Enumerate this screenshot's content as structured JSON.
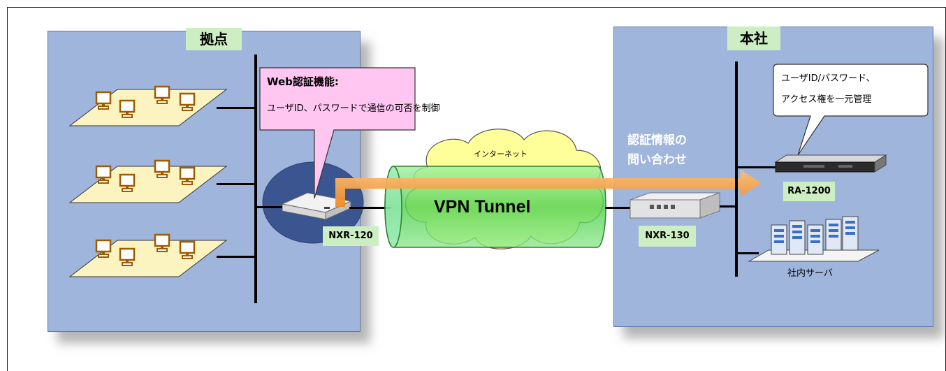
{
  "left_site": {
    "title": "拠点"
  },
  "head_office": {
    "title": "本社"
  },
  "callout_left": {
    "title": "Web認証機能:",
    "body": "ユーザID、パスワードで通信の可否を制御"
  },
  "callout_right": {
    "line1": "ユーザID/パスワード、",
    "line2": "アクセス権を一元管理"
  },
  "cloud": {
    "label": "インターネット"
  },
  "tunnel": {
    "label": "VPN Tunnel"
  },
  "auth_query": {
    "line1": "認証情報の",
    "line2": "問い合わせ"
  },
  "devices": {
    "nxr120": "NXR-120",
    "nxr130": "NXR-130",
    "ra1200": "RA-1200",
    "servers": "社内サーバ"
  },
  "colors": {
    "panel": "#9fb5dc",
    "label_bg": "#cdeec3",
    "callout_pink": "#ffc6f2",
    "tunnel_green": "#6fdc5e",
    "cloud_yellow": "#ffff9a",
    "arrow_orange": "#f7a44a"
  }
}
